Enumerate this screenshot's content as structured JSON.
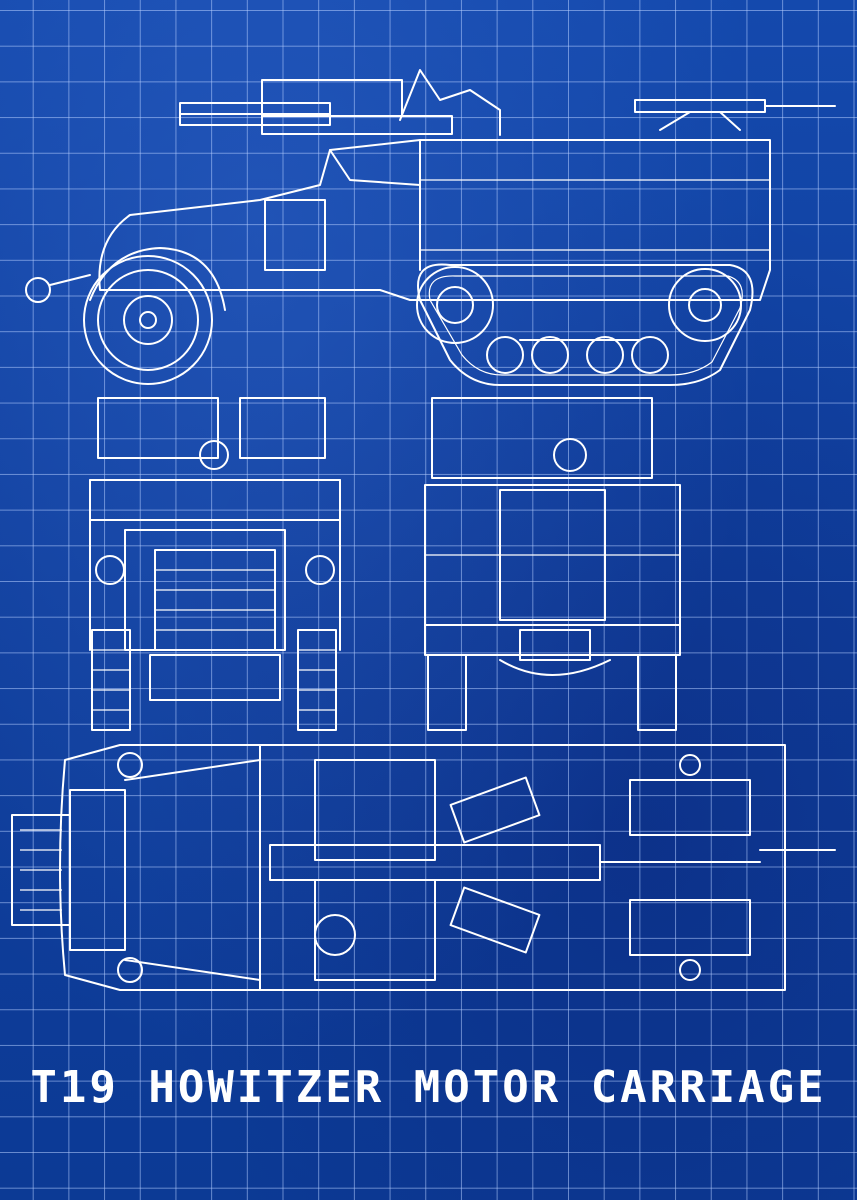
{
  "title": "T19 HOWITZER MOTOR CARRIAGE",
  "colors": {
    "background": "#0f3fa0",
    "grid": "#b4cdff",
    "lines": "#ffffff"
  },
  "views": [
    "side-view",
    "front-view",
    "rear-view",
    "top-view"
  ]
}
